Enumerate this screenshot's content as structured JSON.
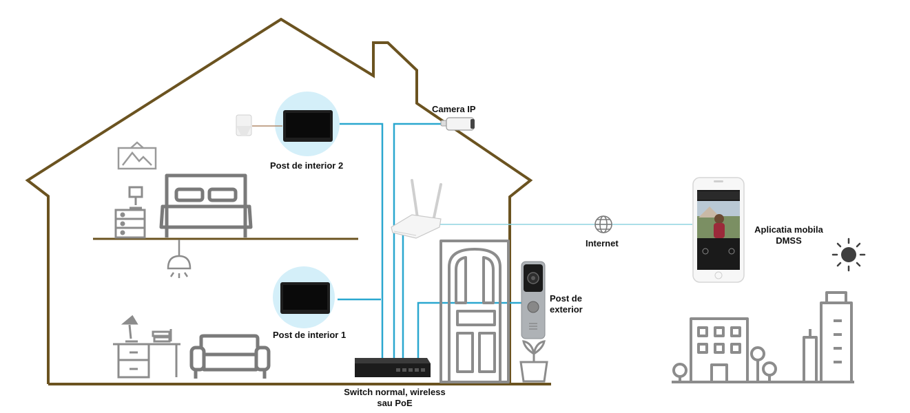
{
  "labels": {
    "camera": "Camera IP",
    "indoor2": "Post de interior 2",
    "indoor1": "Post de interior 1",
    "internet": "Internet",
    "app_line1": "Aplicatia mobila",
    "app_line2": "DMSS",
    "outdoor_line1": "Post de",
    "outdoor_line2": "exterior",
    "switch_line1": "Switch normal, wireless",
    "switch_line2": "sau PoE"
  },
  "colors": {
    "house_outline": "#6b5320",
    "cable": "#2aa7cf",
    "internet_line": "#8fd3e0",
    "icon_gray": "#8c8c8c",
    "monitor_glow": "#d4eff9"
  },
  "phone": {
    "screen_title": "Live Preview"
  }
}
